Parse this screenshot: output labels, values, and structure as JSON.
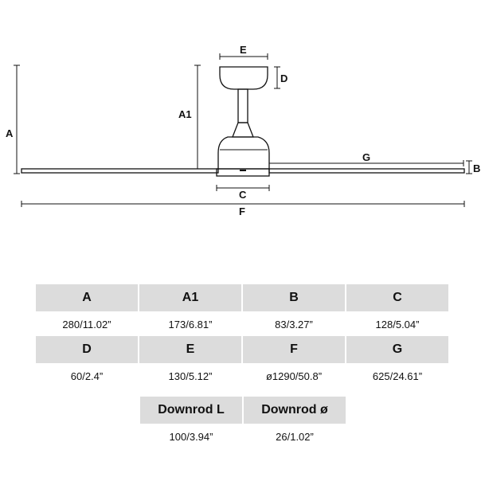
{
  "diagram": {
    "labels": {
      "A": "A",
      "A1": "A1",
      "B": "B",
      "C": "C",
      "D": "D",
      "E": "E",
      "F": "F",
      "G": "G"
    }
  },
  "table": {
    "row1": {
      "headers": [
        "A",
        "A1",
        "B",
        "C"
      ],
      "values": [
        "280/11.02”",
        "173/6.81”",
        "83/3.27”",
        "128/5.04”"
      ]
    },
    "row2": {
      "headers": [
        "D",
        "E",
        "F",
        "G"
      ],
      "values": [
        "60/2.4”",
        "130/5.12”",
        "ø1290/50.8”",
        "625/24.61”"
      ]
    },
    "row3": {
      "headers": [
        "Downrod L",
        "Downrod ø"
      ],
      "values": [
        "100/3.94”",
        "26/1.02”"
      ]
    }
  }
}
